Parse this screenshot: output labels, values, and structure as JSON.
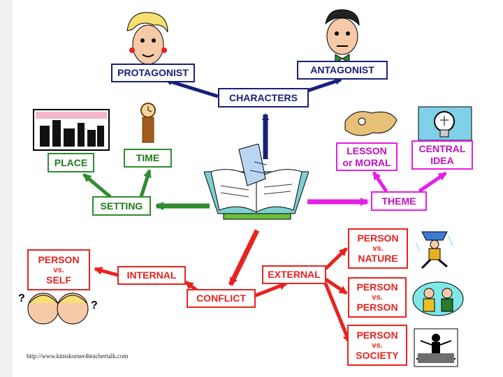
{
  "nodes": {
    "protagonist": "PROTAGONIST",
    "antagonist": "ANTAGONIST",
    "characters": "CHARACTERS",
    "place": "PLACE",
    "time": "TIME",
    "setting": "SETTING",
    "lesson_line1": "LESSON",
    "lesson_line2": "or MORAL",
    "central_line1": "CENTRAL",
    "central_line2": "IDEA",
    "theme": "THEME",
    "conflict": "CONFLICT",
    "internal": "INTERNAL",
    "external": "EXTERNAL",
    "person_self": {
      "top": "PERSON",
      "vs": "vs.",
      "bottom": "SELF"
    },
    "person_nature": {
      "top": "PERSON",
      "vs": "vs.",
      "bottom": "NATURE"
    },
    "person_person": {
      "top": "PERSON",
      "vs": "vs.",
      "bottom": "PERSON"
    },
    "person_society": {
      "top": "PERSON",
      "vs": "vs.",
      "bottom": "SOCIETY"
    }
  },
  "footer": "http://www.kimskorner4teachertalk.com",
  "colors": {
    "characters": "#1a1f7a",
    "setting": "#2e8b2e",
    "theme": "#e61ee6",
    "conflict": "#e8231f"
  }
}
